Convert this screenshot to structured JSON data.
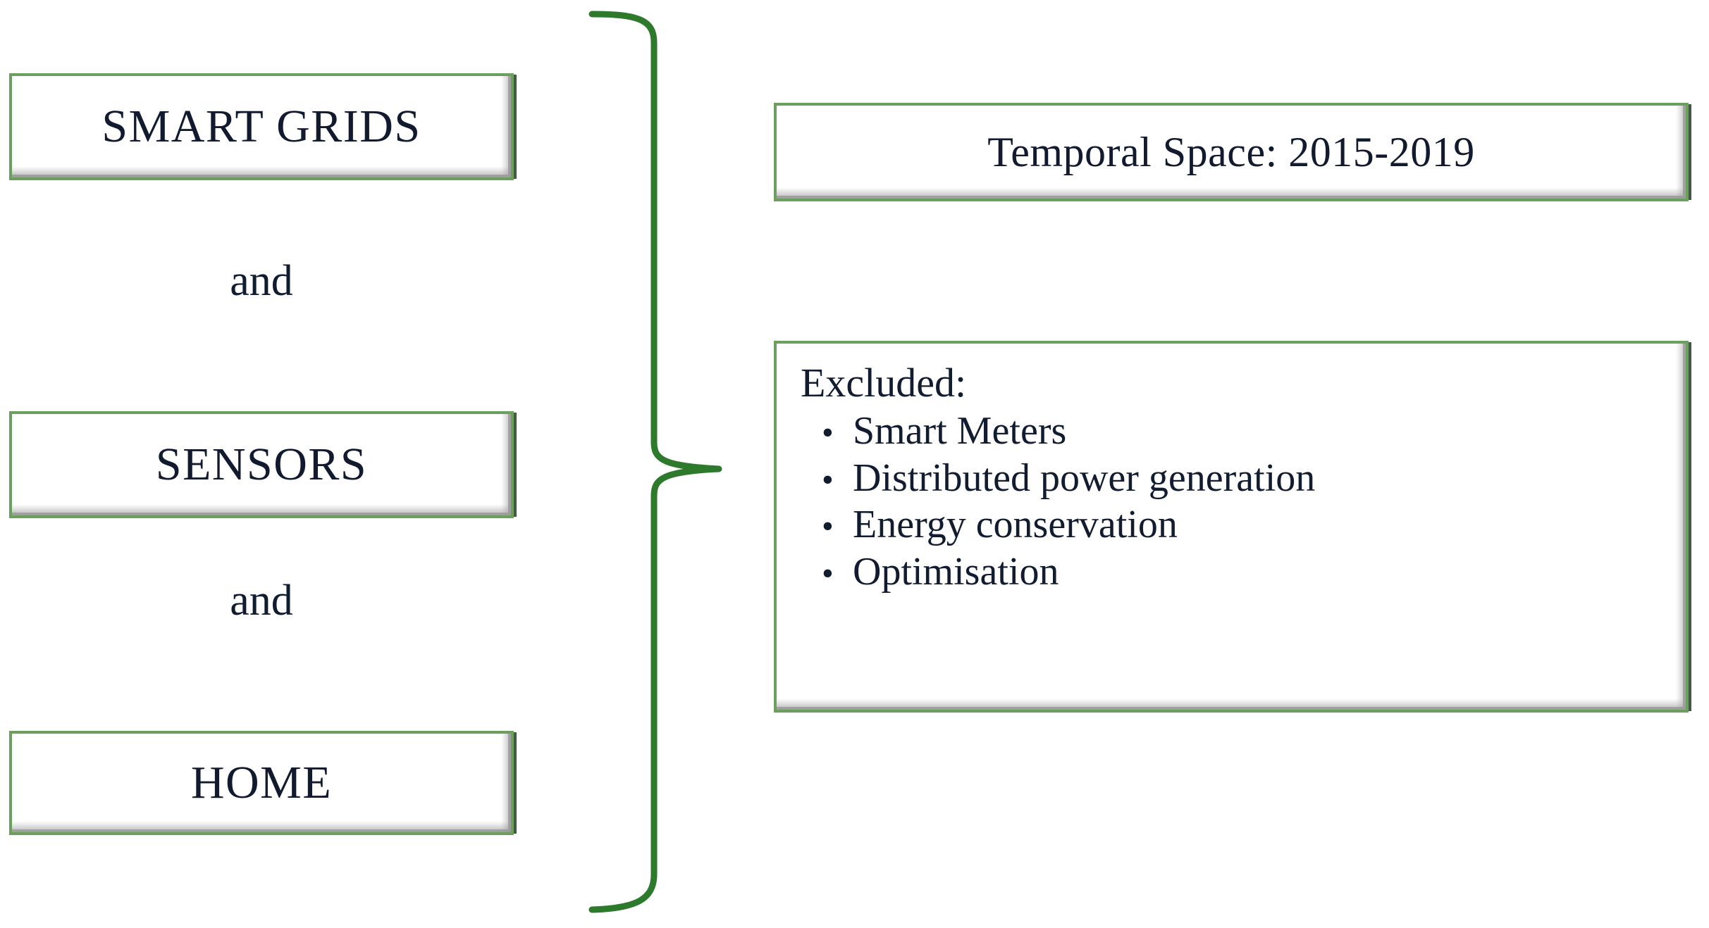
{
  "diagram": {
    "title": "Search strategy scope diagram",
    "accent_green": "#6b9f5c",
    "brace_green": "#2d7a2d",
    "text_color": "#121c31",
    "box_fill": "#ffffff"
  },
  "left_column": {
    "terms": [
      {
        "label": "SMART GRIDS"
      },
      {
        "label": "SENSORS"
      },
      {
        "label": "HOME"
      }
    ],
    "connectors": [
      {
        "label": "and"
      },
      {
        "label": "and"
      }
    ]
  },
  "brace": {
    "icon": "right-curly-brace-icon",
    "color": "#2d7a2d"
  },
  "right_column": {
    "temporal": {
      "label": "Temporal Space: 2015-2019"
    },
    "excluded": {
      "title": "Excluded:",
      "bullet_glyph": "•",
      "items": [
        {
          "label": "Smart Meters"
        },
        {
          "label": "Distributed power generation"
        },
        {
          "label": "Energy conservation"
        },
        {
          "label": "Optimisation"
        }
      ]
    }
  }
}
